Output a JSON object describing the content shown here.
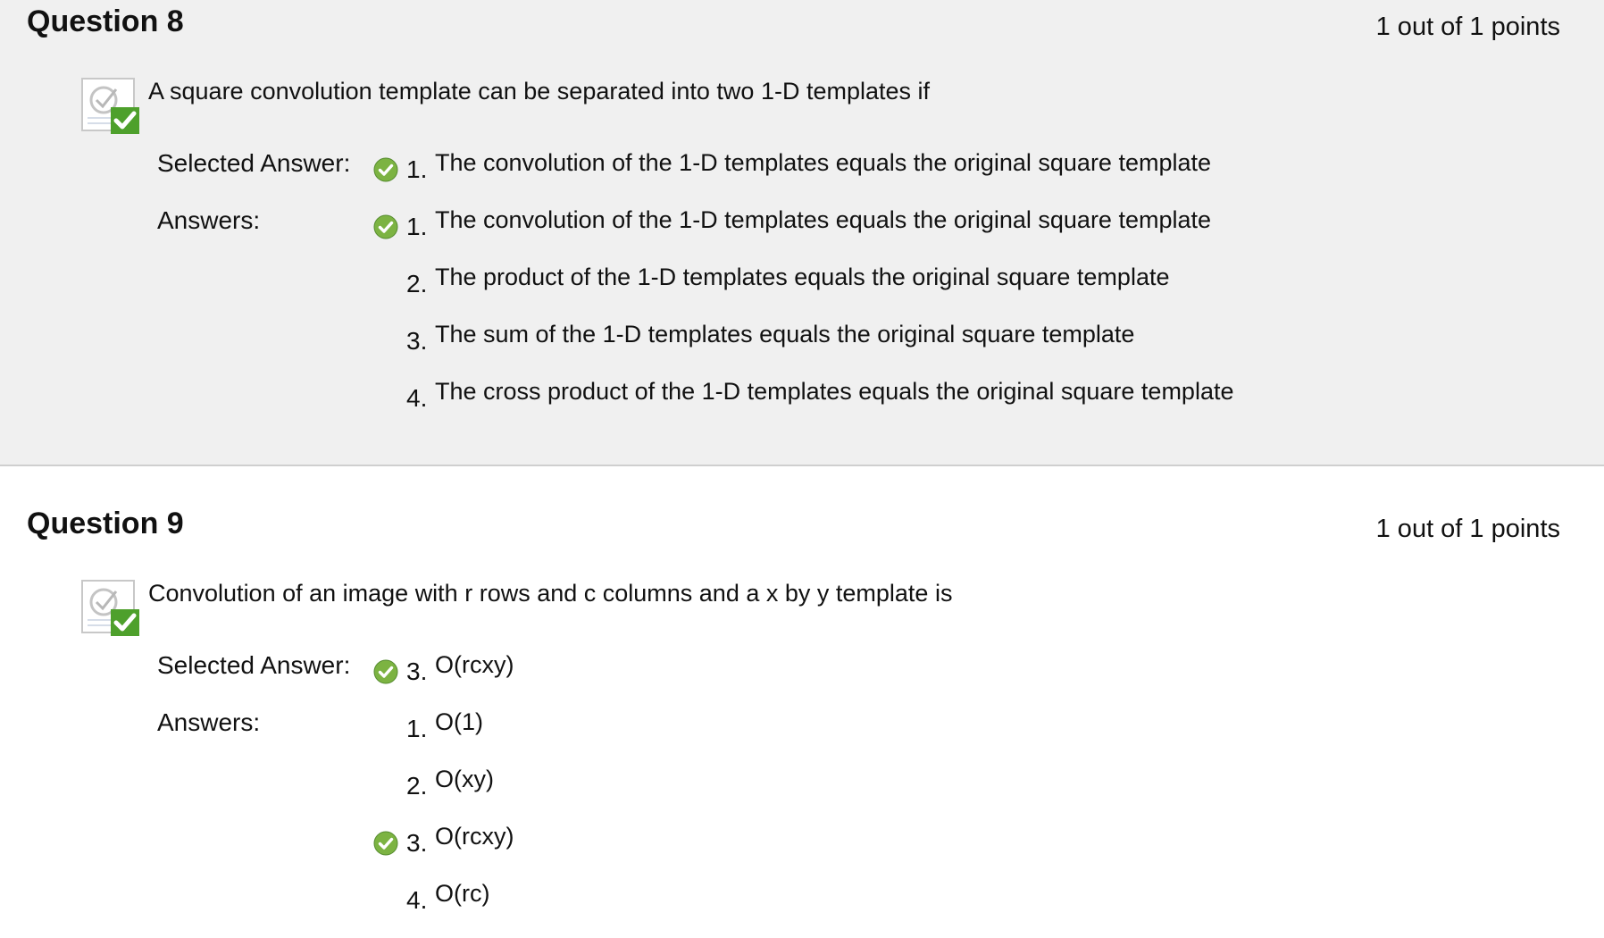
{
  "questions": [
    {
      "title": "Question 8",
      "points": "1 out of 1 points",
      "text": "A square convolution template can be separated into two 1-D templates if",
      "selected_label": "Selected Answer:",
      "answers_label": "Answers:",
      "selected": {
        "number": "1.",
        "text": "The convolution of the 1-D templates equals the original square template",
        "correct": true
      },
      "answers": [
        {
          "number": "1.",
          "text": "The convolution of the 1-D templates equals the original square template",
          "correct": true
        },
        {
          "number": "2.",
          "text": "The product of the 1-D templates equals the original square template",
          "correct": false
        },
        {
          "number": "3.",
          "text": "The sum of the 1-D templates equals the original square template",
          "correct": false
        },
        {
          "number": "4.",
          "text": "The cross product of the 1-D templates equals the original square template",
          "correct": false
        }
      ]
    },
    {
      "title": "Question 9",
      "points": "1 out of 1 points",
      "text": "Convolution of an image with r rows and c columns and a x by y template is",
      "selected_label": "Selected Answer:",
      "answers_label": "Answers:",
      "selected": {
        "number": "3.",
        "text": "O(rcxy)",
        "correct": true
      },
      "answers": [
        {
          "number": "1.",
          "text": "O(1)",
          "correct": false
        },
        {
          "number": "2.",
          "text": "O(xy)",
          "correct": false
        },
        {
          "number": "3.",
          "text": "O(rcxy)",
          "correct": true
        },
        {
          "number": "4.",
          "text": "O(rc)",
          "correct": false
        }
      ]
    }
  ],
  "icons": {
    "status": "correct-document-icon",
    "answer_marker": "correct-check-icon"
  },
  "colors": {
    "check_green": "#7cb342",
    "check_green_dark": "#558b2f",
    "panel_bg": "#f0f0f0"
  }
}
